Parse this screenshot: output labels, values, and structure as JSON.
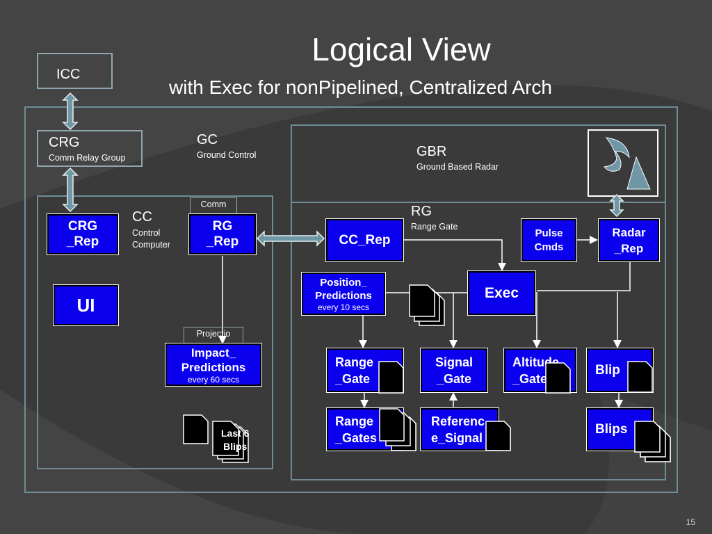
{
  "slide": {
    "title": "Logical View",
    "subtitle": "with Exec for nonPipelined, Centralized Arch",
    "page_number": "15"
  },
  "external": {
    "icc_label": "ICC"
  },
  "gc": {
    "name": "GC",
    "desc": "Ground Control"
  },
  "crg": {
    "name": "CRG",
    "desc": "Comm Relay Group"
  },
  "cc": {
    "name": "CC",
    "desc_line1": "Control",
    "desc_line2": "Computer",
    "crg_rep": [
      "CRG",
      "_Rep"
    ],
    "ui": "UI",
    "comm_tag": "Comm",
    "rg_rep": [
      "RG",
      "_Rep"
    ],
    "projection_tag": "Projectio",
    "impact_predictions": [
      "Impact_",
      "Predictions",
      "every 60 secs"
    ],
    "last_blips": [
      "Last 6",
      "Blips"
    ]
  },
  "gbr": {
    "name": "GBR",
    "desc": "Ground Based Radar"
  },
  "rg": {
    "name": "RG",
    "desc": "Range Gate",
    "cc_rep": "CC_Rep",
    "pulse_cmds": [
      "Pulse",
      "Cmds"
    ],
    "radar_rep": [
      "Radar",
      "_Rep"
    ],
    "position_predictions": [
      "Position_",
      "Predictions",
      "every 10 secs"
    ],
    "exec": "Exec",
    "range_gate": [
      "Range",
      "_Gate"
    ],
    "signal_gate": [
      "Signal",
      "_Gate"
    ],
    "altitude_gate": [
      "Altitude",
      "_Gate"
    ],
    "blip": "Blip",
    "range_gates": [
      "Range",
      "_Gates"
    ],
    "reference_signal": [
      "Referenc",
      "e_Signal"
    ],
    "blips": "Blips"
  },
  "colors": {
    "background": "#3a3a3a",
    "box_blue": "#0a00ee",
    "connector": "#6f97a6",
    "outline": "#6f8c96"
  }
}
